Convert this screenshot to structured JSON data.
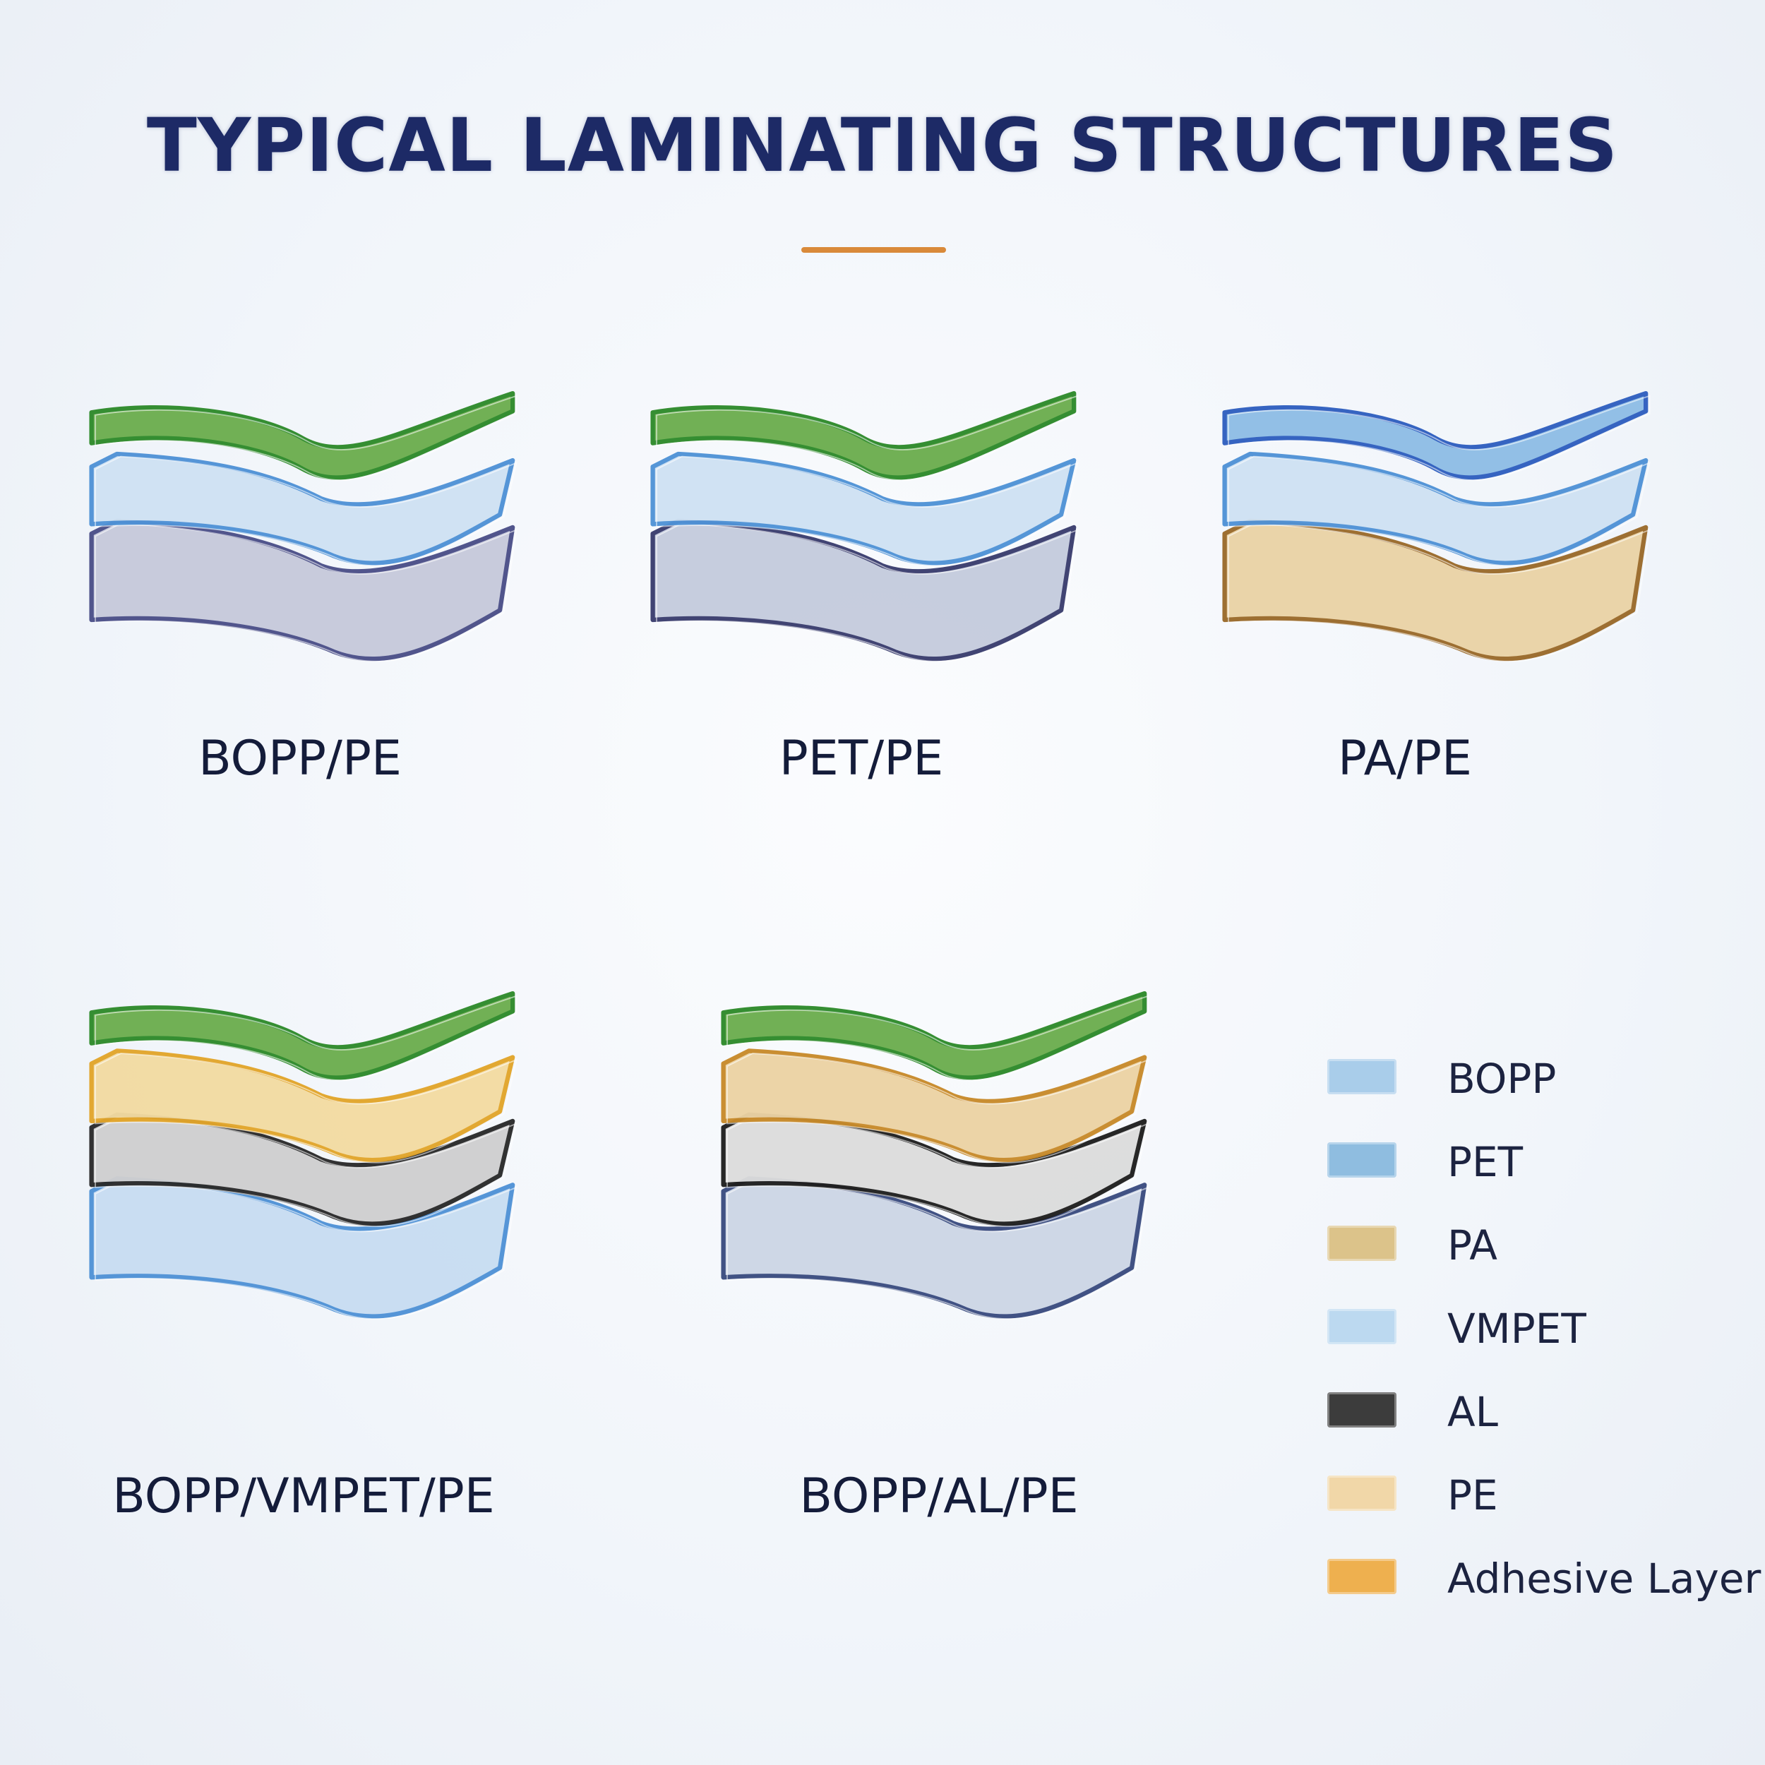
{
  "title": "TYPICAL LAMINATING STRUCTURES",
  "accent_color": "#d98a3a",
  "structures": [
    {
      "label": "BOPP/PE",
      "layers": [
        {
          "fill": "#6cae4f",
          "edge": "#2e8a2a"
        },
        {
          "fill": "#cfe2f3",
          "edge": "#4f92d6"
        },
        {
          "fill": "#c7cadb",
          "edge": "#4b4f88"
        }
      ]
    },
    {
      "label": "PET/PE",
      "layers": [
        {
          "fill": "#6cae4f",
          "edge": "#2e8a2a"
        },
        {
          "fill": "#cfe2f3",
          "edge": "#4f92d6"
        },
        {
          "fill": "#c5ccdd",
          "edge": "#3a3d6e"
        }
      ]
    },
    {
      "label": "PA/PE",
      "layers": [
        {
          "fill": "#8fbde6",
          "edge": "#2f5fbf"
        },
        {
          "fill": "#cfe2f3",
          "edge": "#4f92d6"
        },
        {
          "fill": "#ead3a6",
          "edge": "#9a6a2a"
        }
      ]
    },
    {
      "label": "BOPP/VMPET/PE",
      "layers": [
        {
          "fill": "#6cae4f",
          "edge": "#2e8a2a"
        },
        {
          "fill": "#f3dba2",
          "edge": "#e2a52a"
        },
        {
          "fill": "#cfcfd0",
          "edge": "#2a2a2a"
        },
        {
          "fill": "#c8ddf2",
          "edge": "#4f92d6"
        }
      ]
    },
    {
      "label": "BOPP/AL/PE",
      "layers": [
        {
          "fill": "#6cae4f",
          "edge": "#2e8a2a"
        },
        {
          "fill": "#ecd3a4",
          "edge": "#c88a2a"
        },
        {
          "fill": "#dcdcdc",
          "edge": "#1f1f1f"
        },
        {
          "fill": "#cdd6e6",
          "edge": "#3a4c80"
        }
      ]
    }
  ],
  "legend": [
    {
      "label": "BOPP",
      "color": "#a9cdea"
    },
    {
      "label": "PET",
      "color": "#8fbde0"
    },
    {
      "label": "PA",
      "color": "#dcc38a"
    },
    {
      "label": "VMPET",
      "color": "#bcd9f0"
    },
    {
      "label": "AL",
      "color": "#3c3c3c"
    },
    {
      "label": "PE",
      "color": "#f1d7a8"
    },
    {
      "label": "Adhesive Layer",
      "color": "#eeb04f"
    }
  ]
}
